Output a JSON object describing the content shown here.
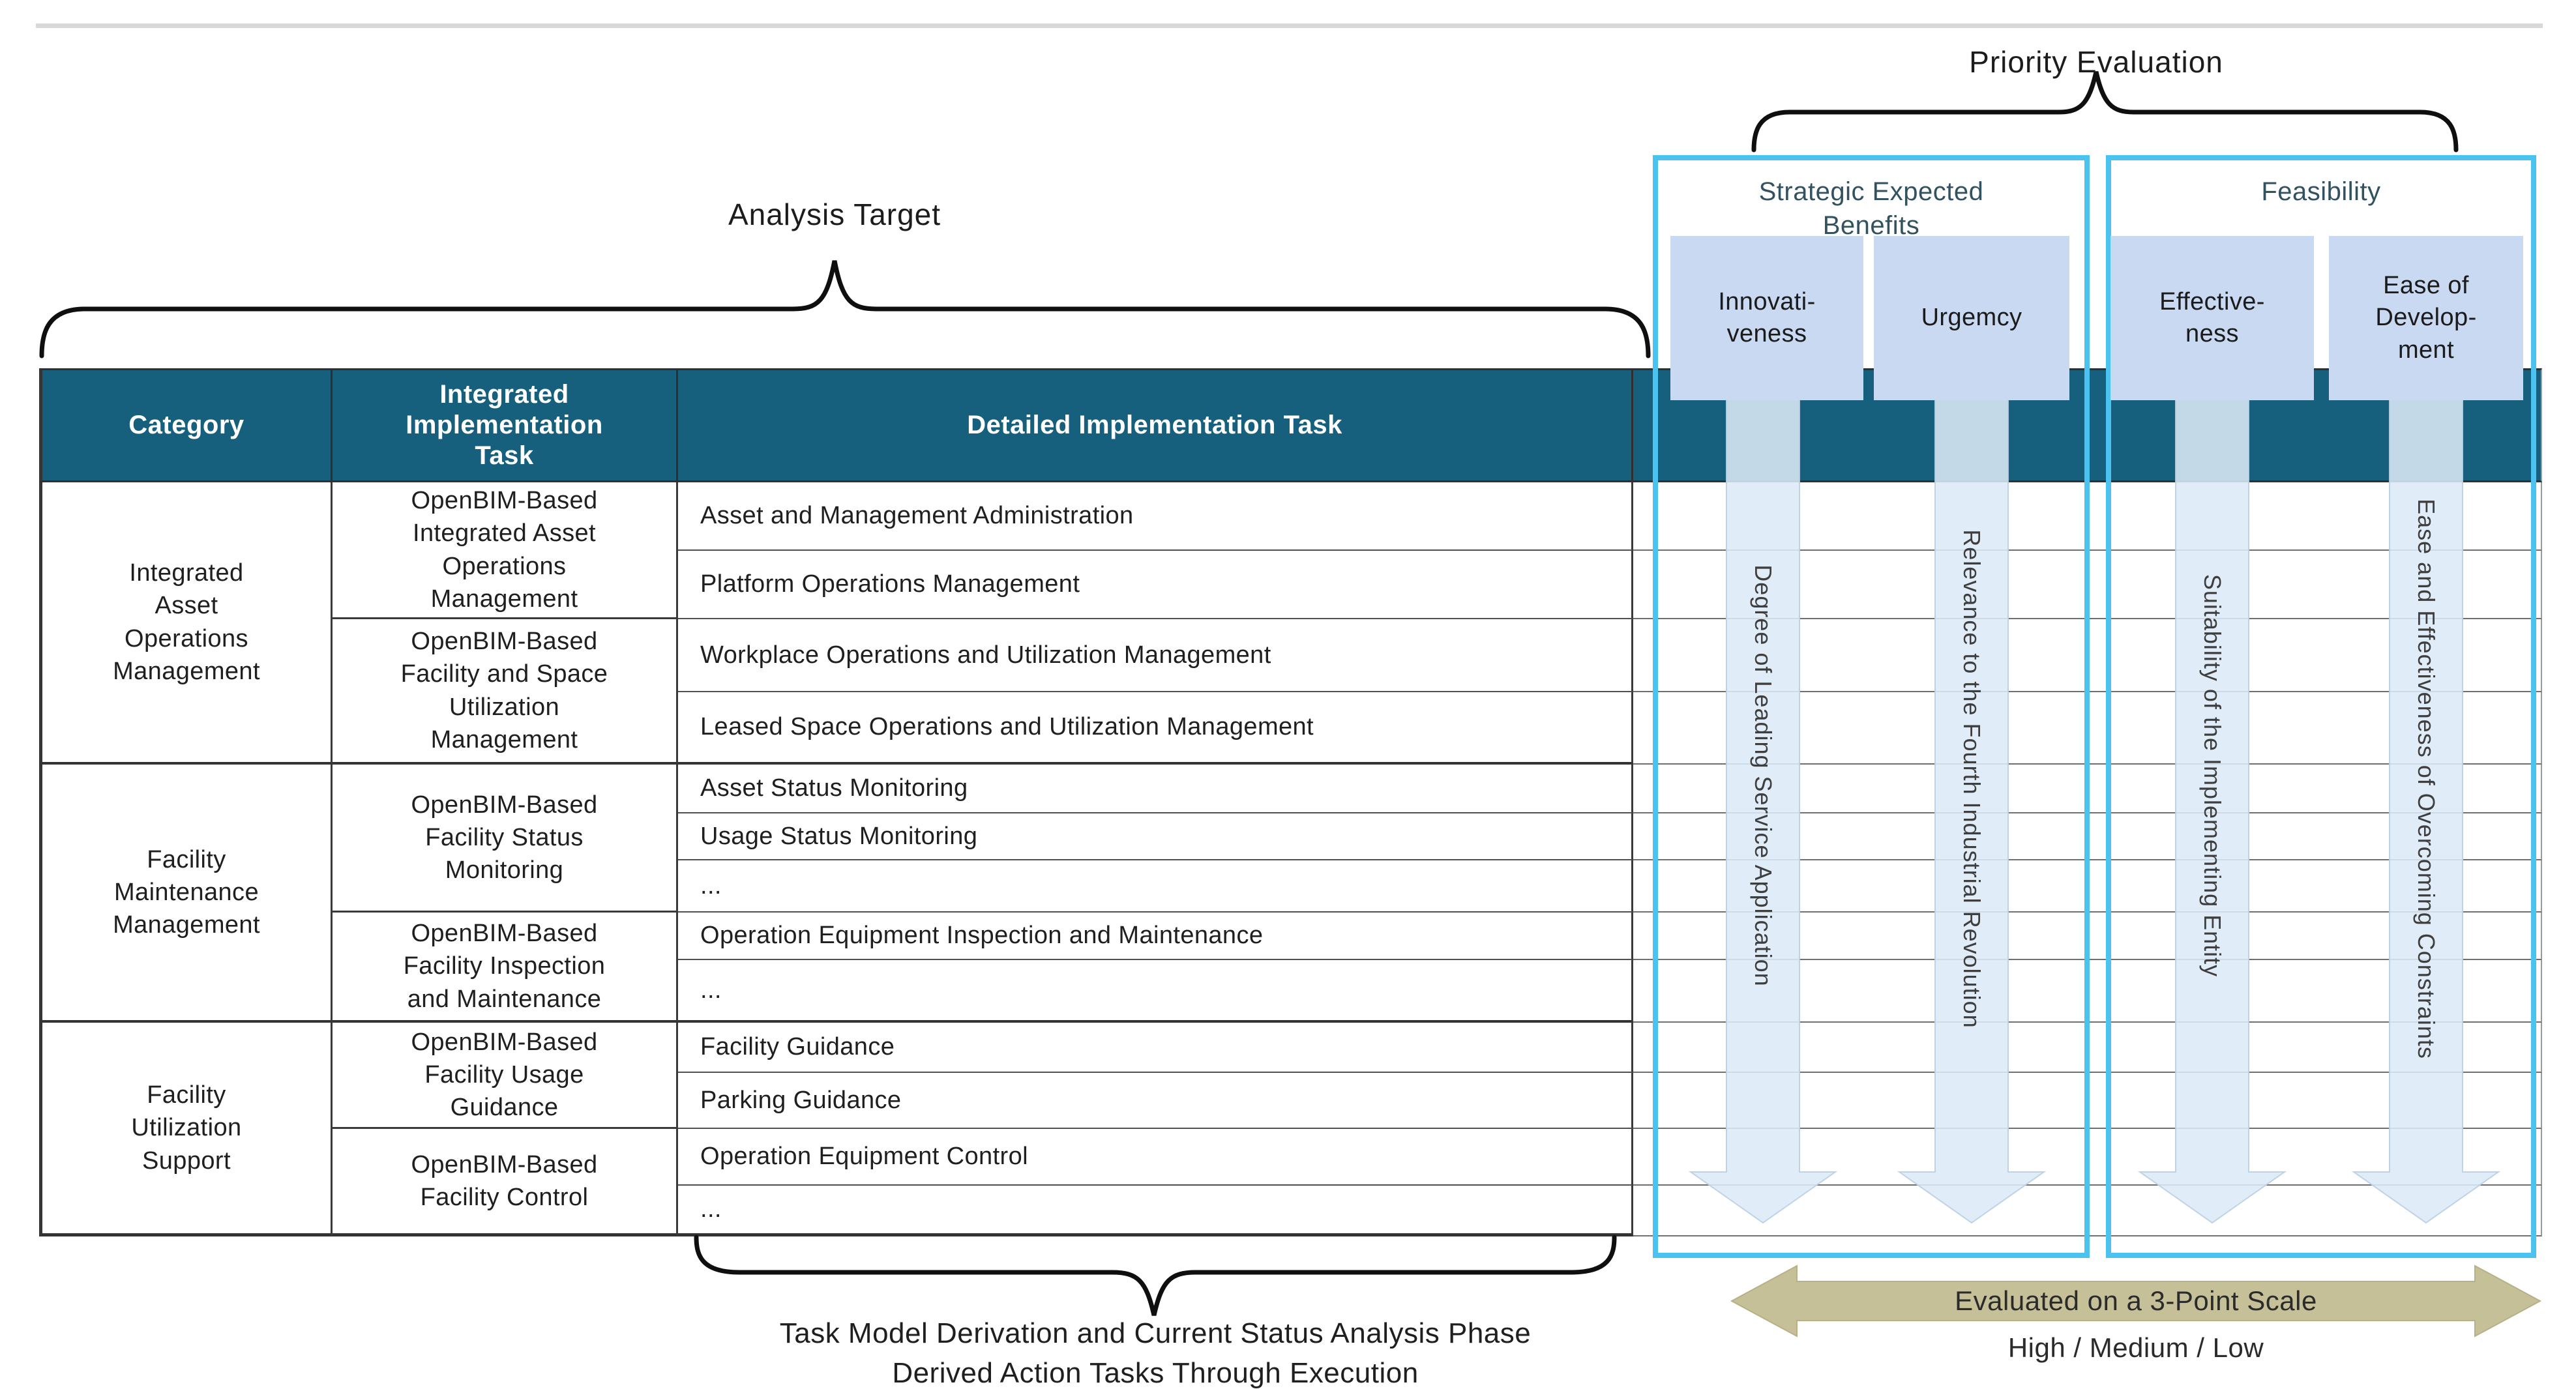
{
  "page": {
    "analysis_target_label": "Analysis Target",
    "priority_evaluation_label": "Priority Evaluation",
    "bottom_note": "Task Model Derivation and Current Status Analysis Phase\nDerived Action Tasks Through Execution",
    "scale_arrow_label": "Evaluated on a 3-Point Scale",
    "scale_levels": "High / Medium / Low"
  },
  "table": {
    "headers": {
      "category": "Category",
      "integrated_task": "Integrated\nImplementation\nTask",
      "detailed_task": "Detailed Implementation Task"
    },
    "categories": [
      {
        "label": "Integrated\nAsset\nOperations\nManagement"
      },
      {
        "label": "Facility\nMaintenance\nManagement"
      },
      {
        "label": "Facility\nUtilization\nSupport"
      }
    ],
    "tasks": [
      {
        "label": "OpenBIM-Based\nIntegrated Asset\nOperations\nManagement"
      },
      {
        "label": "OpenBIM-Based\nFacility and Space\nUtilization\nManagement"
      },
      {
        "label": "OpenBIM-Based\nFacility Status\nMonitoring"
      },
      {
        "label": "OpenBIM-Based\nFacility Inspection\nand Maintenance"
      },
      {
        "label": "OpenBIM-Based\nFacility Usage\nGuidance"
      },
      {
        "label": "OpenBIM-Based\nFacility Control"
      }
    ],
    "details": [
      "Asset and Management Administration",
      "Platform Operations Management",
      "Workplace Operations and Utilization Management",
      "Leased Space Operations and Utilization Management",
      "Asset Status Monitoring",
      "Usage Status Monitoring",
      "...",
      "Operation Equipment Inspection and Maintenance",
      "...",
      "Facility Guidance",
      "Parking Guidance",
      "Operation Equipment Control",
      "..."
    ]
  },
  "evaluation": {
    "groups": [
      {
        "title": "Strategic Expected\nBenefits",
        "criteria": [
          {
            "label": "Innovati-\nveness",
            "arrow_label": "Degree of Leading Service Application"
          },
          {
            "label": "Urgemcy",
            "arrow_label": "Relevance to the Fourth Industrial Revolution"
          }
        ]
      },
      {
        "title": "Feasibility",
        "criteria": [
          {
            "label": "Effective-\nness",
            "arrow_label": "Suitability of the Implementing Entity"
          },
          {
            "label": "Ease of\nDevelop-\nment",
            "arrow_label": "Ease and Effectiveness of Overcoming Constraints"
          }
        ]
      }
    ]
  },
  "colors": {
    "header_teal": "#16607E",
    "cyan_border": "#4AC3F0",
    "criterion_box_blue": "#C8D9F1",
    "eval_arrow_blue": "#DCE9F5",
    "scale_arrow_olive": "#C6C099",
    "top_rule_gray": "#D9D9D9"
  }
}
